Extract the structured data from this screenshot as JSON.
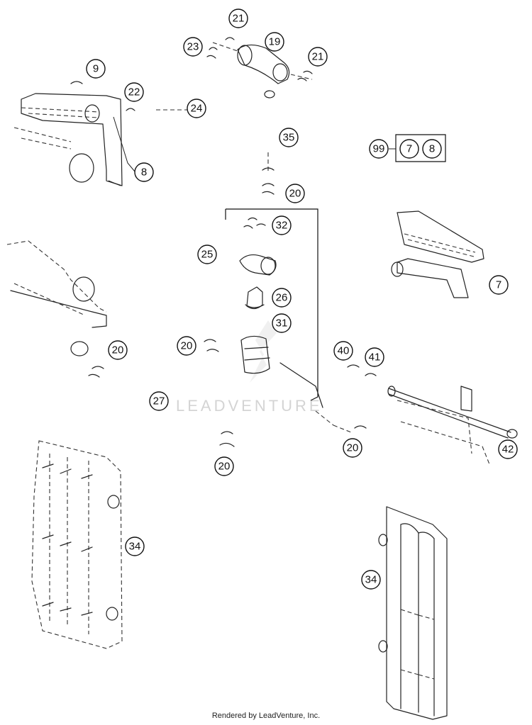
{
  "callouts": {
    "c21a": "21",
    "c23": "23",
    "c19": "19",
    "c21b": "21",
    "c9": "9",
    "c22": "22",
    "c24": "24",
    "c8": "8",
    "c35": "35",
    "c99": "99",
    "c7k": "7",
    "c8k": "8",
    "c20a": "20",
    "c32": "32",
    "c25": "25",
    "c26": "26",
    "c31": "31",
    "c7": "7",
    "c20b": "20",
    "c20c": "20",
    "c40": "40",
    "c41": "41",
    "c27": "27",
    "c20d": "20",
    "c20e": "20",
    "c42": "42",
    "c34a": "34",
    "c34b": "34"
  },
  "watermark": "LEADVENTURE",
  "footer": "Rendered by LeadVenture, Inc."
}
